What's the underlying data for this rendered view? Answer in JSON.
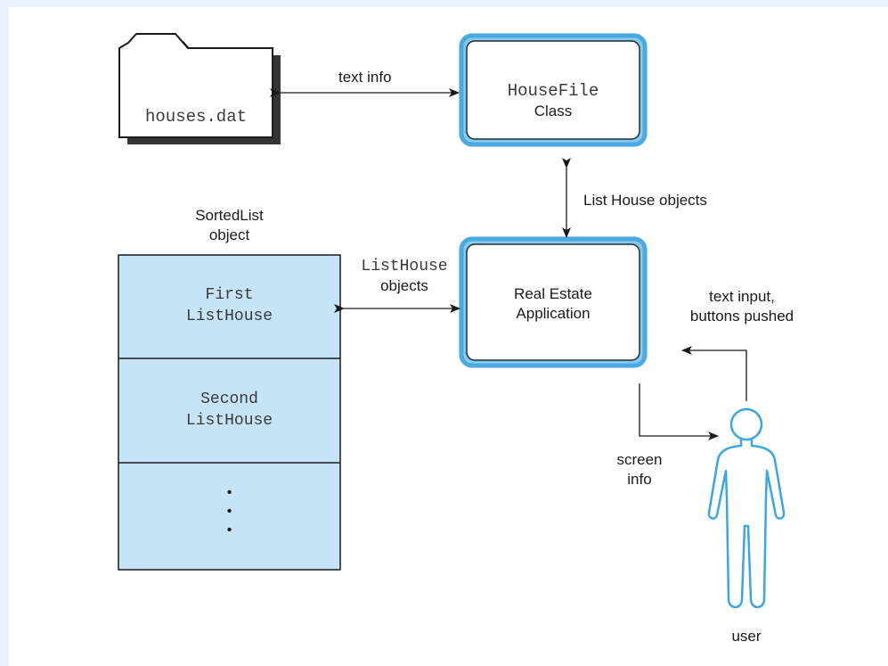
{
  "file": {
    "name": "houses.dat"
  },
  "housefile": {
    "name": "HouseFile",
    "sub": "Class"
  },
  "app": {
    "line1": "Real Estate",
    "line2": "Application"
  },
  "sortedlist": {
    "title_line1": "SortedList",
    "title_line2": "object",
    "cells": [
      {
        "line1": "First",
        "line2": "ListHouse"
      },
      {
        "line1": "Second",
        "line2": "ListHouse"
      }
    ],
    "ellipsis": [
      "•",
      "•",
      "•"
    ]
  },
  "arrows": {
    "text_info": "text info",
    "list_house_objects": "List House objects",
    "listhouse_mono": "ListHouse",
    "listhouse_objects": "objects",
    "text_input_1": "text input,",
    "text_input_2": "buttons pushed",
    "screen_1": "screen",
    "screen_2": "info"
  },
  "user": {
    "label": "user"
  }
}
